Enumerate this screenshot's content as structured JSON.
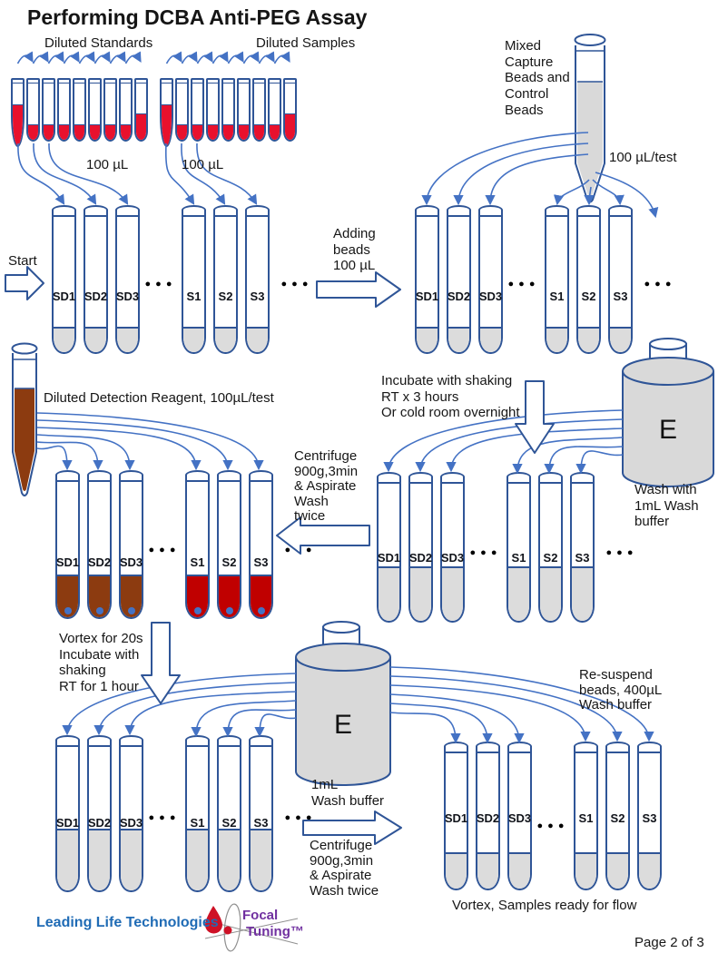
{
  "texts": {
    "title": "Performing DCBA Anti-PEG Assay",
    "diluted_standards": "Diluted Standards",
    "diluted_samples": "Diluted Samples",
    "vol_standards": "100 µL",
    "vol_samples": "100 µL",
    "mixed_beads": "Mixed\nCapture\nBeads and\nControl\nBeads",
    "per_test": "100 µL/test",
    "start": "Start",
    "adding_beads": "Adding\nbeads\n100 µL",
    "incubate_shaking": "Incubate with shaking\nRT x 3 hours\nOr cold room overnight",
    "wash_with_buffer": "Wash with\n1mL Wash\nbuffer",
    "detection_reagent": "Diluted Detection Reagent, 100µL/test",
    "centrifuge_aspirate_1": "Centrifuge\n900g,3min\n& Aspirate\nWash\ntwice",
    "vortex_incubate": "Vortex for 20s\nIncubate with\nshaking\nRT for 1 hour",
    "wash_1ml": "1mL\nWash buffer",
    "centrifuge_aspirate_2": "Centrifuge\n900g,3min\n& Aspirate\nWash twice",
    "resuspend_beads": "Re-suspend\nbeads, 400µL\nWash buffer",
    "vortex_ready": "Vortex, Samples ready for flow",
    "bottle_label": "E",
    "page": "Page 2 of 3"
  },
  "logo": {
    "company": "Leading Life Technologies",
    "brand_line1": "Focal",
    "brand_line2": "Tuning™"
  },
  "colors": {
    "tube_outline": "#2F5597",
    "arrow_blue": "#4472C4",
    "sample_red": "#E8112D",
    "dark_red": "#C00000",
    "reagent_brown": "#8C3B10",
    "beads_gray": "#DCDCDC",
    "brand_purple": "#7030A0",
    "brand_blue": "#1F6BB5"
  },
  "tube_labels": [
    "SD1",
    "SD2",
    "SD3",
    "S1",
    "S2",
    "S3"
  ],
  "ellipsis": "●●●",
  "tube_groups": {
    "row1_left": {
      "fill_height": 26,
      "bead_dots": false,
      "fill_colors": [
        "#DCDCDC",
        "#DCDCDC",
        "#DCDCDC",
        "#DCDCDC",
        "#DCDCDC",
        "#DCDCDC"
      ]
    },
    "row1_right": {
      "fill_height": 26,
      "bead_dots": false,
      "fill_colors": [
        "#DCDCDC",
        "#DCDCDC",
        "#DCDCDC",
        "#DCDCDC",
        "#DCDCDC",
        "#DCDCDC"
      ]
    },
    "row2_left": {
      "fill_height": 45,
      "bead_dots": true,
      "fill_colors": [
        "#8C3B10",
        "#8C3B10",
        "#8C3B10",
        "#C00000",
        "#C00000",
        "#C00000"
      ]
    },
    "row2_right": {
      "fill_height": 58,
      "bead_dots": false,
      "fill_colors": [
        "#DCDCDC",
        "#DCDCDC",
        "#DCDCDC",
        "#DCDCDC",
        "#DCDCDC",
        "#DCDCDC"
      ]
    },
    "row3_left": {
      "fill_height": 66,
      "bead_dots": false,
      "fill_colors": [
        "#DCDCDC",
        "#DCDCDC",
        "#DCDCDC",
        "#DCDCDC",
        "#DCDCDC",
        "#DCDCDC"
      ]
    },
    "row3_right": {
      "fill_height": 38,
      "bead_dots": false,
      "fill_colors": [
        "#DCDCDC",
        "#DCDCDC",
        "#DCDCDC",
        "#DCDCDC",
        "#DCDCDC",
        "#DCDCDC"
      ]
    }
  },
  "small_groups": {
    "standards": {
      "fill_color": "#E8112D",
      "fill_heights": [
        44,
        16,
        16,
        16,
        16,
        16,
        16,
        16,
        28
      ]
    },
    "samples": {
      "fill_color": "#E8112D",
      "fill_heights": [
        44,
        16,
        16,
        16,
        16,
        16,
        16,
        16,
        28
      ]
    }
  }
}
